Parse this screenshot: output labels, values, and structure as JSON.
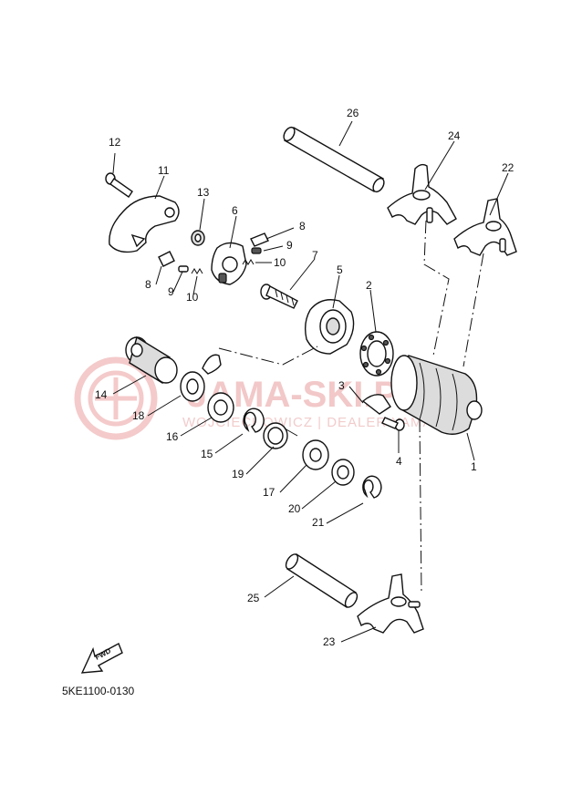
{
  "diagram": {
    "code": "5KE1100-0130",
    "fwd_label": "FWD",
    "watermark": {
      "brand_text": "JAMA-SKI.PL",
      "dealer_text": "WOJCIECHOWICZ | DEALER YAMAHA"
    },
    "callouts": [
      {
        "id": "c1",
        "text": "1"
      },
      {
        "id": "c2",
        "text": "2"
      },
      {
        "id": "c3",
        "text": "3"
      },
      {
        "id": "c4",
        "text": "4"
      },
      {
        "id": "c5",
        "text": "5"
      },
      {
        "id": "c6",
        "text": "6"
      },
      {
        "id": "c7",
        "text": "7"
      },
      {
        "id": "c8a",
        "text": "8"
      },
      {
        "id": "c8b",
        "text": "8"
      },
      {
        "id": "c9a",
        "text": "9"
      },
      {
        "id": "c9b",
        "text": "9"
      },
      {
        "id": "c10a",
        "text": "10"
      },
      {
        "id": "c10b",
        "text": "10"
      },
      {
        "id": "c11",
        "text": "11"
      },
      {
        "id": "c12",
        "text": "12"
      },
      {
        "id": "c13",
        "text": "13"
      },
      {
        "id": "c14",
        "text": "14"
      },
      {
        "id": "c15",
        "text": "15"
      },
      {
        "id": "c16",
        "text": "16"
      },
      {
        "id": "c17",
        "text": "17"
      },
      {
        "id": "c18",
        "text": "18"
      },
      {
        "id": "c19",
        "text": "19"
      },
      {
        "id": "c20",
        "text": "20"
      },
      {
        "id": "c21",
        "text": "21"
      },
      {
        "id": "c22",
        "text": "22"
      },
      {
        "id": "c23",
        "text": "23"
      },
      {
        "id": "c24",
        "text": "24"
      },
      {
        "id": "c25",
        "text": "25"
      },
      {
        "id": "c26",
        "text": "26"
      }
    ]
  }
}
